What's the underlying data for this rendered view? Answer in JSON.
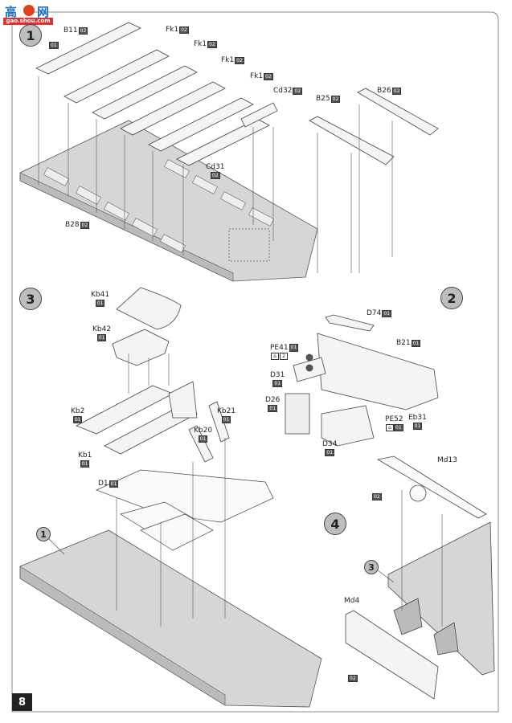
{
  "watermark": {
    "logo_left": "高",
    "logo_right": "网",
    "domain": "gao.shou.com"
  },
  "page": {
    "number": "8"
  },
  "steps": [
    {
      "id": "1",
      "label": "1"
    },
    {
      "id": "2",
      "label": "2"
    },
    {
      "id": "3",
      "label": "3"
    },
    {
      "id": "4",
      "label": "4"
    }
  ],
  "step_refs": {
    "ref1": "1",
    "ref3": "3"
  },
  "parts": {
    "b11": {
      "name": "B11",
      "sheet": "02"
    },
    "sheet01_top": {
      "sheet": "01"
    },
    "fk1_a": {
      "name": "Fk1",
      "sheet": "02"
    },
    "fk1_b": {
      "name": "Fk1",
      "sheet": "02"
    },
    "fk1_c": {
      "name": "Fk1",
      "sheet": "02"
    },
    "fk1_d": {
      "name": "Fk1",
      "sheet": "02"
    },
    "cd32": {
      "name": "Cd32",
      "sheet": "02"
    },
    "cd31": {
      "name": "Cd31",
      "sheet": "02"
    },
    "b25": {
      "name": "B25",
      "sheet": "02"
    },
    "b26": {
      "name": "B26",
      "sheet": "02"
    },
    "b28": {
      "name": "B28",
      "sheet": "02"
    },
    "kb41": {
      "name": "Kb41",
      "sheet": "01"
    },
    "kb42": {
      "name": "Kb42",
      "sheet": "01"
    },
    "kb2": {
      "name": "Kb2",
      "sheet": "01"
    },
    "kb1": {
      "name": "Kb1",
      "sheet": "01"
    },
    "kb20": {
      "name": "Kb20",
      "sheet": "01"
    },
    "kb21": {
      "name": "Kb21",
      "sheet": "01"
    },
    "d1": {
      "name": "D1",
      "sheet": "01"
    },
    "d74": {
      "name": "D74",
      "sheet": "01"
    },
    "pe41": {
      "name": "PE41",
      "sheet": "01",
      "qty": "2"
    },
    "b21": {
      "name": "B21",
      "sheet": "01"
    },
    "d31": {
      "name": "D31",
      "sheet": "01"
    },
    "d26": {
      "name": "D26",
      "sheet": "01"
    },
    "d34": {
      "name": "D34",
      "sheet": "01"
    },
    "pe52": {
      "name": "PE52",
      "sheet": "01"
    },
    "eb31": {
      "name": "Eb31",
      "sheet": "01"
    },
    "md13": {
      "name": "Md13",
      "sheet": "02"
    },
    "md4": {
      "name": "Md4",
      "sheet": "02"
    }
  }
}
